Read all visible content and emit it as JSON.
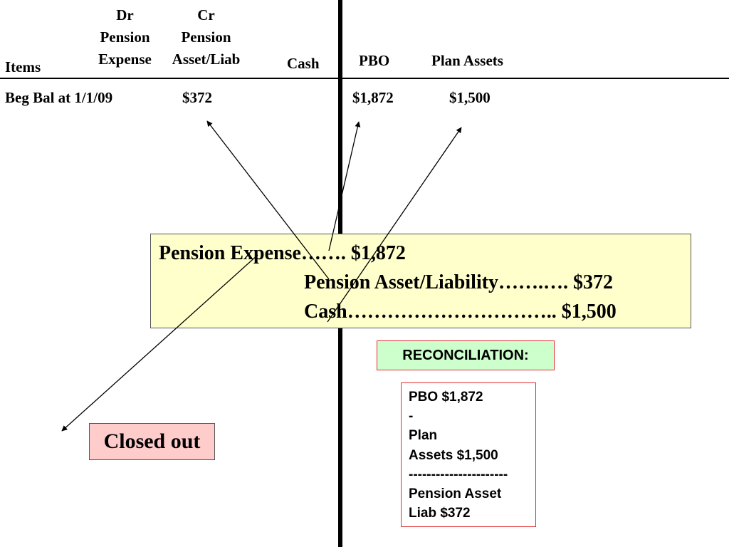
{
  "columns": {
    "items": "Items",
    "pension_expense": [
      "Dr",
      "Pension",
      "Expense"
    ],
    "pension_asset_liab": [
      "Cr",
      "Pension",
      "Asset/Liab"
    ],
    "cash": "Cash",
    "pbo": "PBO",
    "plan_assets": "Plan Assets"
  },
  "row": {
    "label": "Beg Bal at 1/1/09",
    "pension_asset_liab": "$372",
    "pbo": "$1,872",
    "plan_assets": "$1,500"
  },
  "journal_entry": [
    "Pension Expense……. $1,872",
    "Pension Asset/Liability…….…. $372",
    "Cash………………………….. $1,500"
  ],
  "reconciliation": {
    "title": "RECONCILIATION:",
    "lines": [
      "PBO $1,872",
      "-",
      "Plan",
      "Assets $1,500",
      "----------------------",
      "Pension Asset",
      "Liab $372"
    ]
  },
  "closed_label": "Closed out",
  "colors": {
    "entry_box": "#ffffcc",
    "recon_title_box": "#ccffcc",
    "closed_box": "#ffcccc",
    "box_border_red": "#e03030"
  }
}
